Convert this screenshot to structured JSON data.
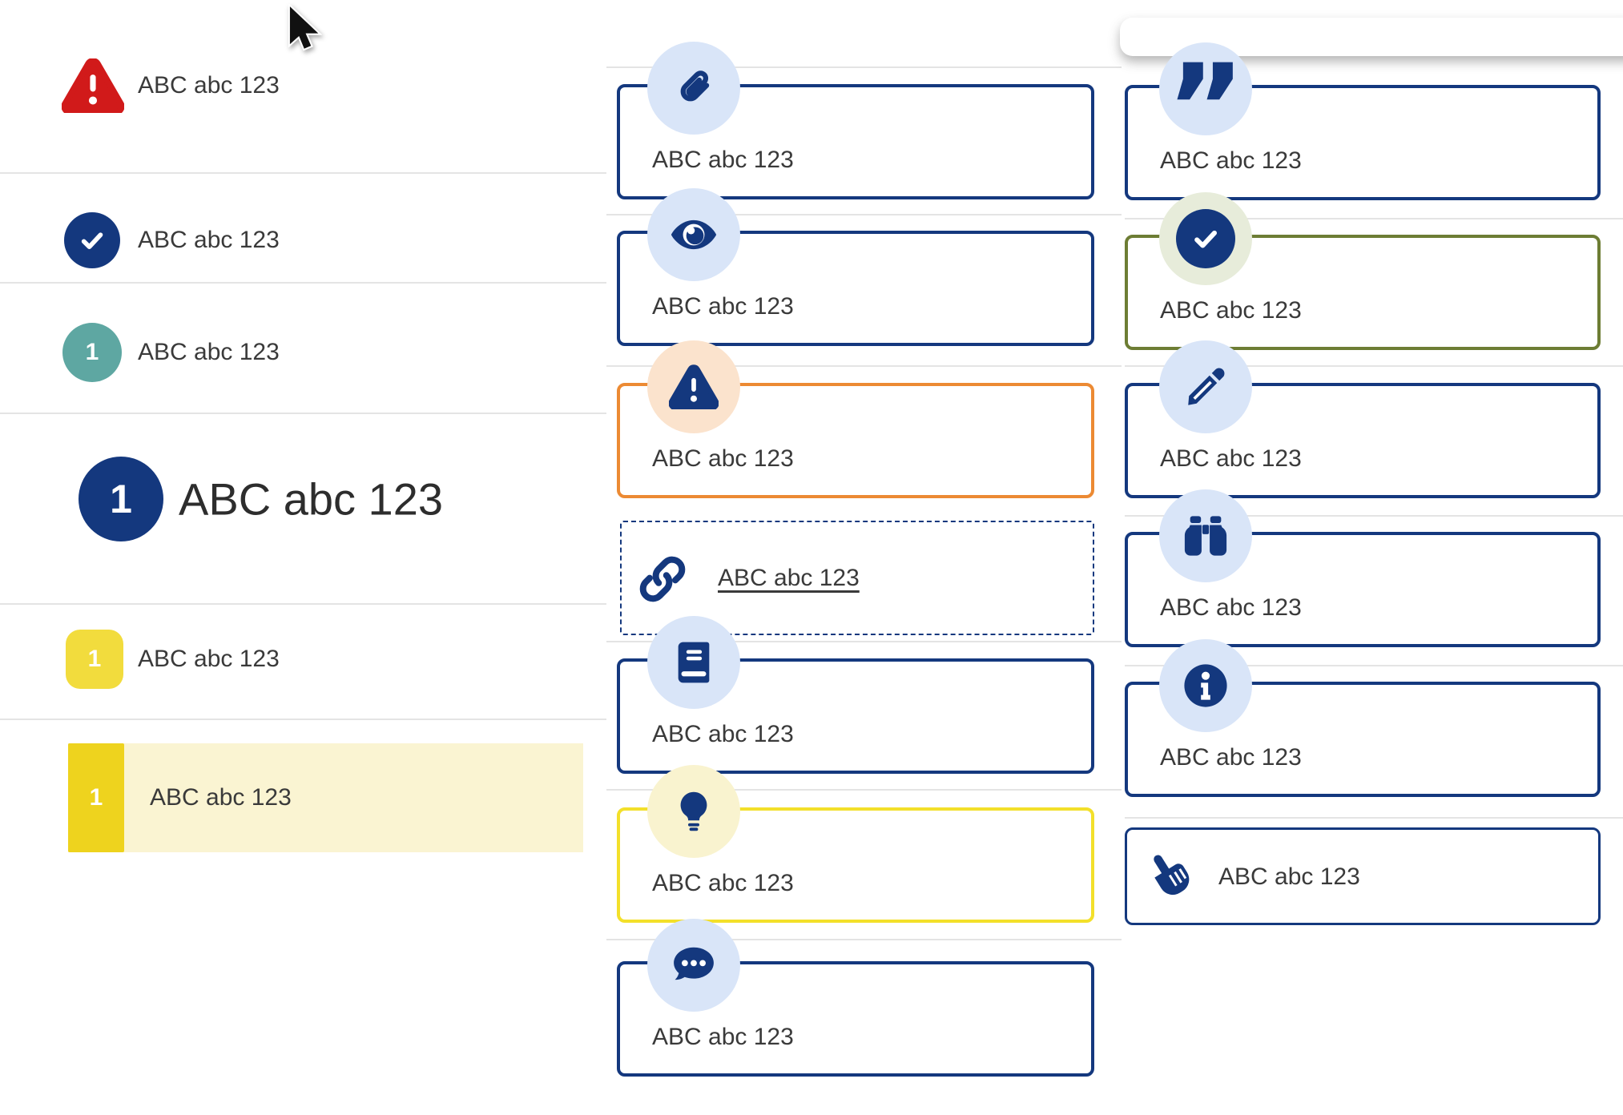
{
  "left_list": {
    "items": [
      {
        "icon": "warning-triangle",
        "label": "ABC abc 123"
      },
      {
        "icon": "check-circle",
        "label": "ABC abc 123"
      },
      {
        "icon": "number-badge-teal",
        "badge": "1",
        "label": "ABC abc 123"
      },
      {
        "icon": "number-badge-navy-large",
        "badge": "1",
        "label": "ABC abc 123"
      },
      {
        "icon": "number-badge-yellow",
        "badge": "1",
        "label": "ABC abc 123"
      },
      {
        "icon": "number-badge-yellow-highlight",
        "badge": "1",
        "label": "ABC abc 123"
      }
    ]
  },
  "middle_callouts": {
    "items": [
      {
        "icon": "paperclip",
        "variant": "navy",
        "label": "ABC abc 123"
      },
      {
        "icon": "eye",
        "variant": "navy",
        "label": "ABC abc 123"
      },
      {
        "icon": "warning-triangle",
        "variant": "orange",
        "label": "ABC abc 123"
      },
      {
        "icon": "link",
        "variant": "dashed-link",
        "label": "ABC abc 123"
      },
      {
        "icon": "book",
        "variant": "navy",
        "label": "ABC abc 123"
      },
      {
        "icon": "lightbulb",
        "variant": "yellow",
        "label": "ABC abc 123"
      },
      {
        "icon": "chat-bubble",
        "variant": "navy",
        "label": "ABC abc 123"
      }
    ]
  },
  "right_callouts": {
    "items": [
      {
        "icon": "quote",
        "variant": "navy",
        "label": "ABC abc 123"
      },
      {
        "icon": "check-circle",
        "variant": "olive",
        "label": "ABC abc 123"
      },
      {
        "icon": "pencil",
        "variant": "navy",
        "label": "ABC abc 123"
      },
      {
        "icon": "binoculars",
        "variant": "navy",
        "label": "ABC abc 123"
      },
      {
        "icon": "info-circle",
        "variant": "navy",
        "label": "ABC abc 123"
      },
      {
        "icon": "hand-pointer",
        "variant": "navy-inline",
        "label": "ABC abc 123"
      }
    ]
  },
  "colors": {
    "navy": "#14387e",
    "light_blue": "#d9e5f8",
    "red": "#d11a1a",
    "teal": "#5ea7a2",
    "yellow_badge": "#f2dc3d",
    "yellow_badge_deep": "#eed31e",
    "pale_yellow_bg": "#faf4d2",
    "yellow_border": "#f3e02a",
    "pale_yellow_circle": "#f9f3cf",
    "orange_border": "#ec8a33",
    "peach_circle": "#fbe3cd",
    "olive_border": "#6d7d34",
    "pale_green_circle": "#e7ecda",
    "divider": "#e4e4e4",
    "text": "#3a3a3a",
    "text_dark": "#2d2d2d"
  }
}
